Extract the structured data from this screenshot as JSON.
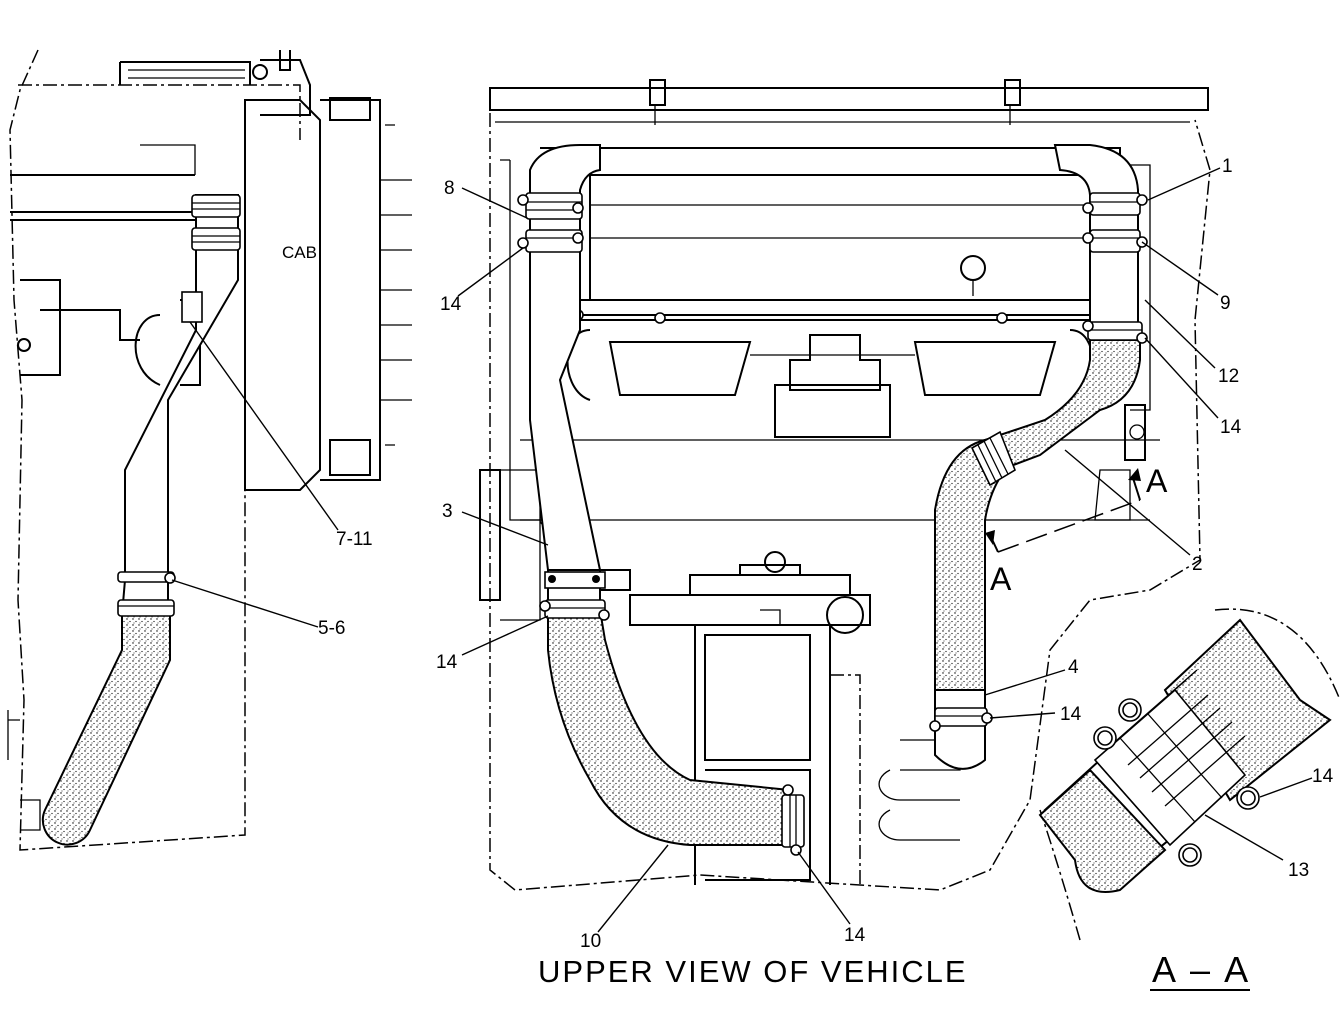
{
  "views": {
    "main_title": "UPPER VIEW OF VEHICLE",
    "section_title": "A – A",
    "section_marker": "A"
  },
  "cab_label": "CAB",
  "callouts": {
    "c1": "1",
    "c2": "2",
    "c3": "3",
    "c4": "4",
    "c5_6": "5-6",
    "c7_11": "7-11",
    "c8": "8",
    "c9": "9",
    "c10": "10",
    "c12": "12",
    "c13": "13",
    "c14": "14"
  }
}
